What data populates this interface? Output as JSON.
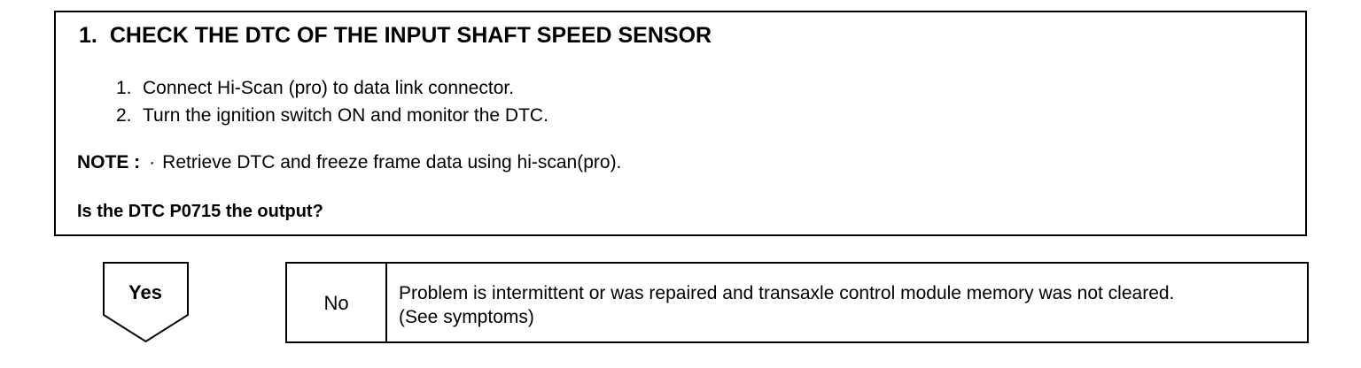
{
  "check": {
    "number": "1.",
    "title": "CHECK THE DTC OF THE INPUT SHAFT SPEED SENSOR",
    "steps": [
      {
        "number": "1.",
        "text": "Connect Hi-Scan (pro) to data link connector."
      },
      {
        "number": "2.",
        "text": "Turn the ignition switch ON and monitor the DTC."
      }
    ],
    "note": {
      "label": "NOTE :",
      "bullet": "·",
      "text": "Retrieve DTC and freeze frame data using hi-scan(pro)."
    },
    "question": "Is the DTC P0715 the output?"
  },
  "yes": {
    "label": "Yes"
  },
  "no": {
    "label": "No",
    "lines": [
      "Problem is intermittent or was repaired and transaxle control module memory was not cleared.",
      "(See symptoms)"
    ]
  }
}
